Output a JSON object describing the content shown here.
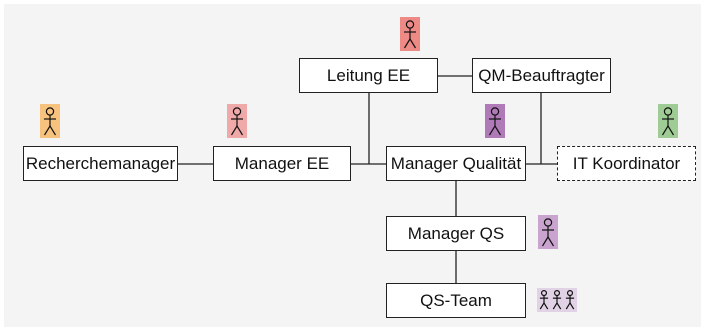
{
  "nodes": {
    "leitung_ee": "Leitung EE",
    "qm_beauftragter": "QM-Beauftragter",
    "recherchemanager": "Recherchemanager",
    "manager_ee": "Manager EE",
    "manager_qualitaet": "Manager Qualität",
    "it_koordinator": "IT Koordinator",
    "manager_qs": "Manager QS",
    "qs_team": "QS-Team"
  },
  "actor_colors": {
    "leitung_ee": "#ee8a86",
    "recherchemanager": "#f7c27e",
    "manager_ee": "#f0a9a9",
    "manager_qualitaet": "#b07ab8",
    "it_koordinator": "#9fcb94",
    "manager_qs": "#c9a4cf",
    "qs_team": "#e2d2e6"
  },
  "actor_icon": "stick-figure-icon",
  "team_icon": "group-of-three-stick-figures-icon"
}
